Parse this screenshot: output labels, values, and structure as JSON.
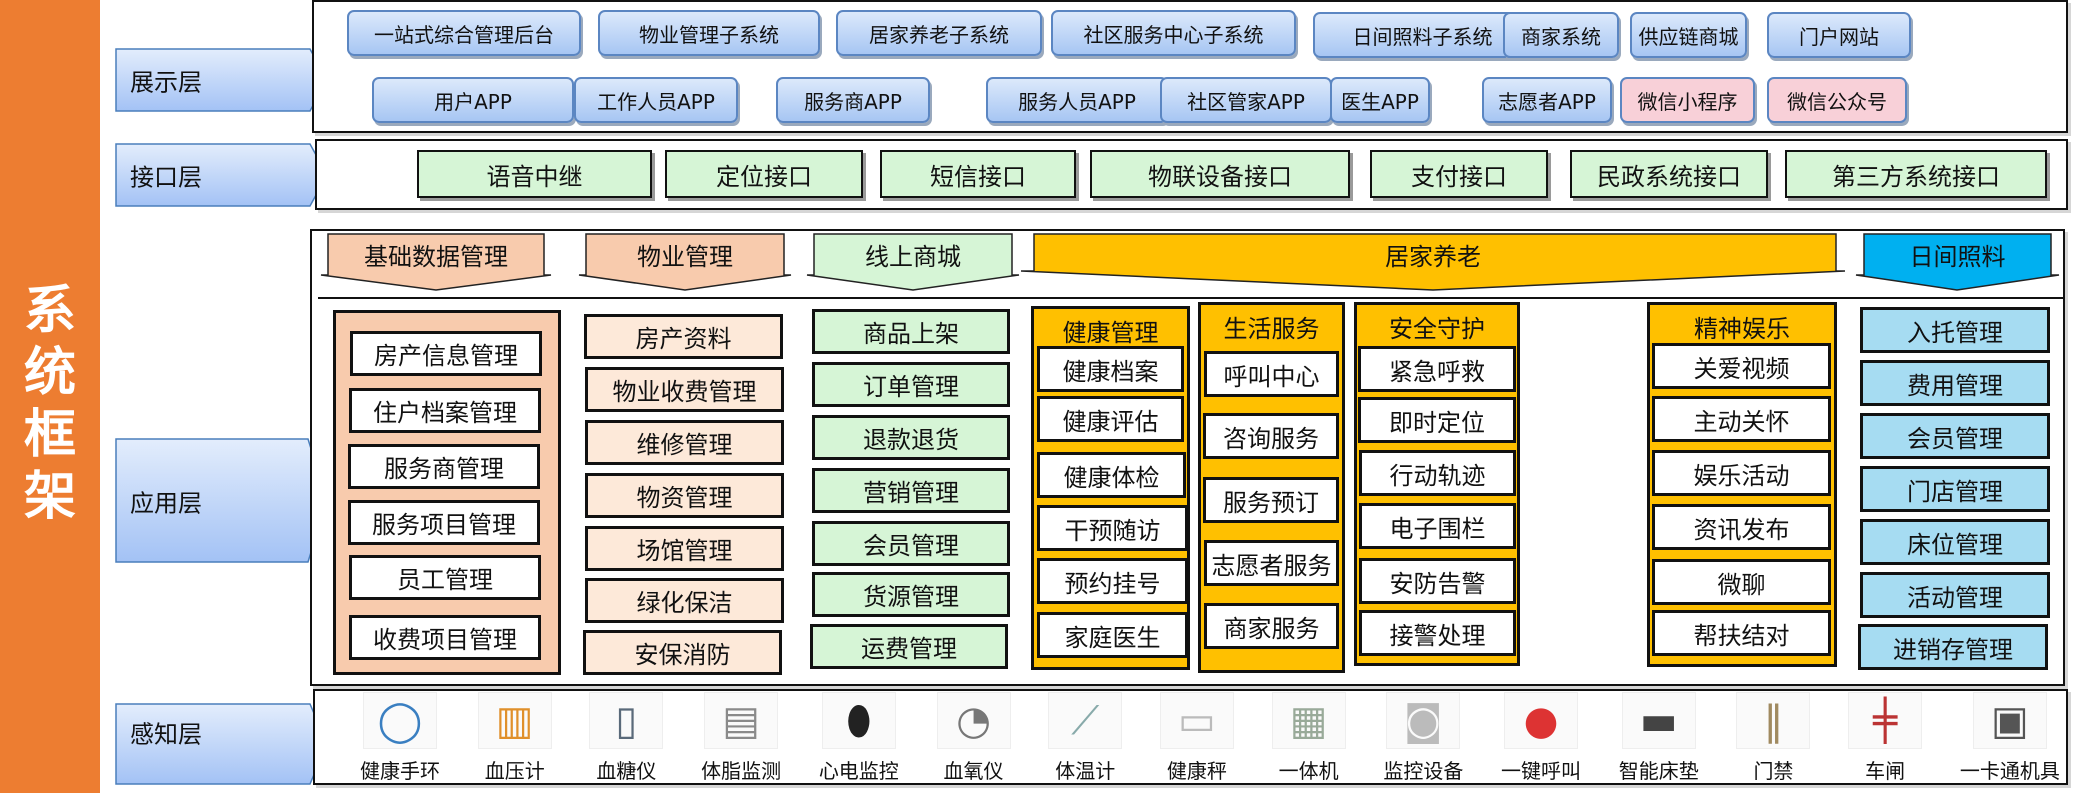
{
  "sidebar": {
    "title": "系统框架",
    "chars": [
      "系",
      "统",
      "框",
      "架"
    ],
    "color": "#ed7d31"
  },
  "layers": {
    "presentation": {
      "label": "展示层",
      "row1": [
        "一站式综合管理后台",
        "物业管理子系统",
        "居家养老子系统",
        "社区服务中心子系统",
        "日间照料子系统",
        "商家系统",
        "供应链商城",
        "门户网站"
      ],
      "row2": [
        "用户APP",
        "工作人员APP",
        "服务商APP",
        "服务人员APP",
        "社区管家APP",
        "医生APP",
        "志愿者APP",
        "微信小程序",
        "微信公众号"
      ]
    },
    "interface": {
      "label": "接口层",
      "items": [
        "语音中继",
        "定位接口",
        "短信接口",
        "物联设备接口",
        "支付接口",
        "民政系统接口",
        "第三方系统接口"
      ]
    },
    "application": {
      "label": "应用层",
      "modules": [
        {
          "title": "基础数据管理",
          "color": "#f8cbad",
          "items": [
            "房产信息管理",
            "住户档案管理",
            "服务商管理",
            "服务项目管理",
            "员工管理",
            "收费项目管理"
          ]
        },
        {
          "title": "物业管理",
          "color": "#f8cbad",
          "item_color": "#fde9d9",
          "items": [
            "房产资料",
            "物业收费管理",
            "维修管理",
            "物资管理",
            "场馆管理",
            "绿化保洁",
            "安保消防"
          ]
        },
        {
          "title": "线上商城",
          "color": "#d6f5d6",
          "items": [
            "商品上架",
            "订单管理",
            "退款退货",
            "营销管理",
            "会员管理",
            "货源管理",
            "运费管理"
          ]
        },
        {
          "title": "居家养老",
          "color": "#ffc000",
          "groups": [
            {
              "title": "健康管理",
              "items": [
                "健康档案",
                "健康评估",
                "健康体检",
                "干预随访",
                "预约挂号",
                "家庭医生"
              ]
            },
            {
              "title": "生活服务",
              "items": [
                "呼叫中心",
                "咨询服务",
                "服务预订",
                "志愿者服务",
                "商家服务"
              ]
            },
            {
              "title": "安全守护",
              "items": [
                "紧急呼救",
                "即时定位",
                "行动轨迹",
                "电子围栏",
                "安防告警",
                "接警处理"
              ]
            },
            {
              "title": "精神娱乐",
              "items": [
                "关爱视频",
                "主动关怀",
                "娱乐活动",
                "资讯发布",
                "微聊",
                "帮扶结对"
              ]
            }
          ]
        },
        {
          "title": "日间照料",
          "color": "#00b0f0",
          "item_color": "#a6dcf2",
          "items": [
            "入托管理",
            "费用管理",
            "会员管理",
            "门店管理",
            "床位管理",
            "活动管理",
            "进销存管理"
          ]
        }
      ]
    },
    "perception": {
      "label": "感知层",
      "devices": [
        {
          "name": "健康手环",
          "icon": "wristband-icon"
        },
        {
          "name": "血压计",
          "icon": "blood-pressure-monitor-icon"
        },
        {
          "name": "血糖仪",
          "icon": "glucose-meter-icon"
        },
        {
          "name": "体脂监测",
          "icon": "body-fat-monitor-icon"
        },
        {
          "name": "心电监控",
          "icon": "ecg-monitor-icon"
        },
        {
          "name": "血氧仪",
          "icon": "oximeter-icon"
        },
        {
          "name": "体温计",
          "icon": "thermometer-icon"
        },
        {
          "name": "健康秤",
          "icon": "scale-icon"
        },
        {
          "name": "一体机",
          "icon": "all-in-one-icon"
        },
        {
          "name": "监控设备",
          "icon": "camera-icon"
        },
        {
          "name": "一键呼叫",
          "icon": "sos-button-icon"
        },
        {
          "name": "智能床垫",
          "icon": "smart-mattress-icon"
        },
        {
          "name": "门禁",
          "icon": "access-gate-icon"
        },
        {
          "name": "车闸",
          "icon": "barrier-gate-icon"
        },
        {
          "name": "一卡通机具",
          "icon": "card-terminal-icon"
        }
      ]
    }
  }
}
